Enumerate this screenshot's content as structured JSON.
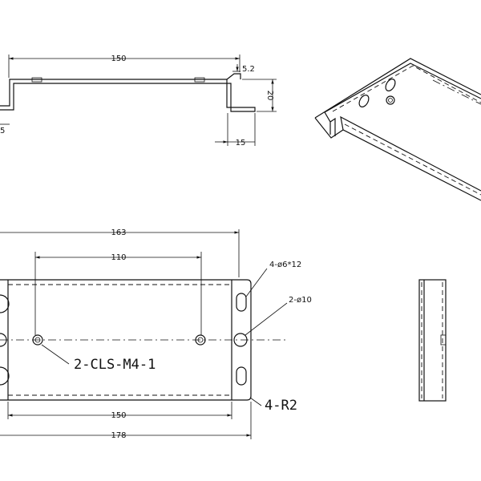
{
  "front_view": {
    "dim_width": "150",
    "dim_flange_height": "5.2",
    "dim_total_height": "20",
    "dim_flange_width": "15",
    "dim_left_cut": "5"
  },
  "top_view": {
    "dim_overall_top": "163",
    "dim_hole_spacing": "110",
    "dim_inner_width": "150",
    "dim_overall_bottom": "178",
    "callout_slots": "4-ø6*12",
    "callout_holes": "2-ø10",
    "callout_fasteners": "2-CLS-M4-1",
    "callout_radius": "4-R2"
  }
}
